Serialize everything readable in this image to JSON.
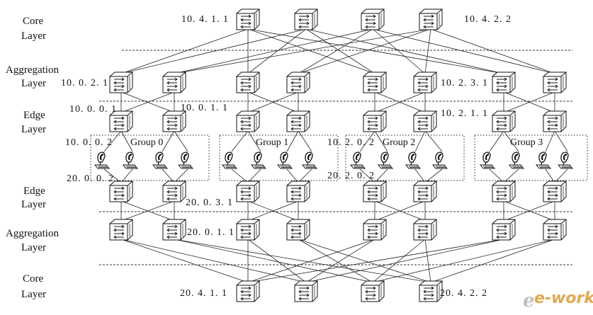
{
  "layers": {
    "top_core": [
      "Core",
      "Layer"
    ],
    "top_aggregation": [
      "Aggregation",
      "Layer"
    ],
    "top_edge": [
      "Edge",
      "Layer"
    ],
    "bottom_edge": [
      "Edge",
      "Layer"
    ],
    "bottom_aggregation": [
      "Aggregation",
      "Layer"
    ],
    "bottom_core": [
      "Core",
      "Layer"
    ]
  },
  "groups": [
    "Group 0",
    "Group 1",
    "Group 2",
    "Group 3"
  ],
  "ip_labels": {
    "top_core_first": "10. 4. 1. 1",
    "top_core_last": "10. 4. 2. 2",
    "agg_left": "10. 0. 2. 1",
    "agg_right": "10. 2. 3. 1",
    "edge_a": "10. 0. 0. 1",
    "edge_b": "10. 0. 1. 1",
    "edge_c": "10. 2. 1. 1",
    "host_a": "10. 0. 0. 2",
    "host_b": "10. 2. 0. 2",
    "host_c": "20. 0. 0. 2",
    "host_d": "20. 2. 0. 2",
    "bedge": "20. 0. 3. 1",
    "bagg": "20. 0. 1. 1",
    "bcore_first": "20. 4. 1. 1",
    "bcore_last": "20. 4. 2. 2"
  },
  "watermark": "e-works"
}
